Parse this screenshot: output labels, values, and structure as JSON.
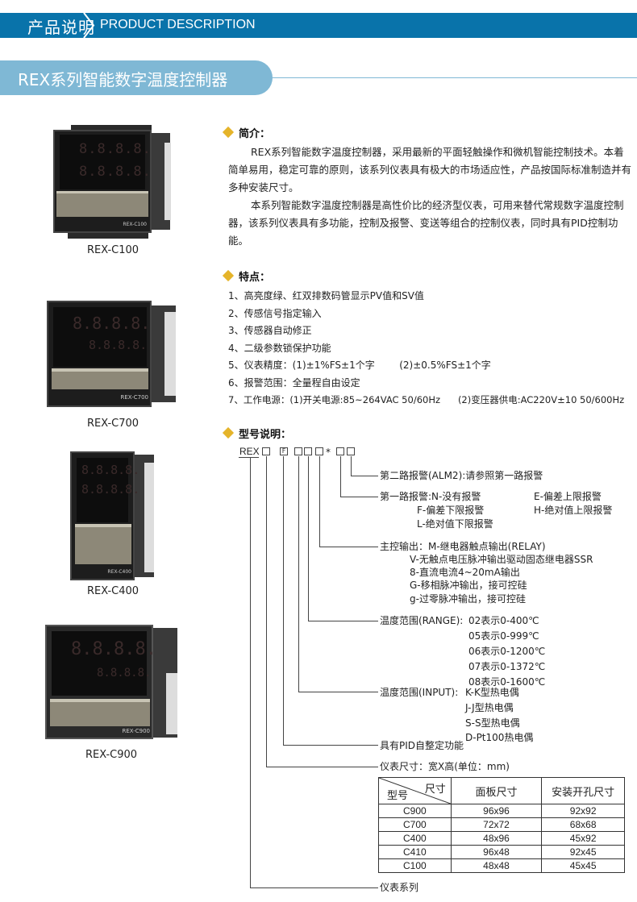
{
  "header": {
    "title_cn": "产品说明",
    "title_en": "PRODUCT DESCRIPTION",
    "bar_color": "#0973aa"
  },
  "product_title": {
    "text": "REX系列智能数字温度控制器",
    "color": "#7fb8d5"
  },
  "devices": [
    {
      "model": "REX-C100",
      "panel_label": "REX-C100"
    },
    {
      "model": "REX-C700",
      "panel_label": "REX-C700"
    },
    {
      "model": "REX-C400",
      "panel_label": "REX-C400"
    },
    {
      "model": "REX-C900",
      "panel_label": "REX-C900"
    }
  ],
  "display_digits": "8.8.8.8.",
  "intro": {
    "heading": "简介：",
    "paragraphs": [
      "REX系列智能数字温度控制器，采用最新的平面轻触操作和微机智能控制技术。本着简单易用，稳定可靠的原则，该系列仪表具有极大的市场适应性，产品按国际标准制造并有多种安装尺寸。",
      "本系列智能数字温度控制器是高性价比的经济型仪表，可用来替代常规数字温度控制器，该系列仪表具有多功能，控制及报警、变送等组合的控制仪表，同时具有PID控制功能。"
    ]
  },
  "features": {
    "heading": "特点：",
    "items": [
      "1、高亮度绿、红双排数码管显示PV值和SV值",
      "2、传感信号指定输入",
      "3、传感器自动修正",
      "4、二级参数锁保护功能",
      "5、仪表精度：(1)±1%FS±1个字        (2)±0.5%FS±1个字",
      "6、报警范围：全量程自由设定",
      "7、工作电源：(1)开关电源:85~264VAC 50/60Hz      (2)变压器供电:AC220V±10 50/600Hz"
    ]
  },
  "model_code": {
    "heading": "型号说明：",
    "prefix": "REX",
    "f_box": "F",
    "star": "*",
    "alm2": "第二路报警(ALM2):请参照第一路报警",
    "alm1": {
      "label": "第一路报警:N-没有报警",
      "col1": [
        "F-偏差下限报警",
        "L-绝对值下限报警"
      ],
      "col2": [
        "E-偏差上限报警",
        "H-绝对值上限报警"
      ]
    },
    "main_output": {
      "label": "主控输出：M-继电器触点输出(RELAY)",
      "options": [
        "V-无触点电压脉冲输出驱动固态继电器SSR",
        "8-直流电流4~20mA输出",
        "G-移相脉冲输出，接可控硅",
        "g-过零脉冲输出，接可控硅"
      ]
    },
    "range": {
      "label": "温度范围(RANGE):",
      "options": [
        "02表示0-400℃",
        "05表示0-999℃",
        "06表示0-1200℃",
        "07表示0-1372℃",
        "08表示0-1600℃"
      ]
    },
    "input": {
      "label": "温度范围(INPUT):",
      "options": [
        "K-K型热电偶",
        "J-J型热电偶",
        "S-S型热电偶",
        "D-Pt100热电偶"
      ]
    },
    "pid": "具有PID自整定功能",
    "size_label": "仪表尺寸：宽X高(单位：mm)",
    "series": "仪表系列"
  },
  "size_table": {
    "corner_top": "尺寸",
    "corner_bottom": "型号",
    "headers": [
      "面板尺寸",
      "安装开孔尺寸"
    ],
    "rows": [
      [
        "C900",
        "96x96",
        "92x92"
      ],
      [
        "C700",
        "72x72",
        "68x68"
      ],
      [
        "C400",
        "48x96",
        "45x92"
      ],
      [
        "C410",
        "96x48",
        "92x45"
      ],
      [
        "C100",
        "48x48",
        "45x45"
      ]
    ]
  }
}
